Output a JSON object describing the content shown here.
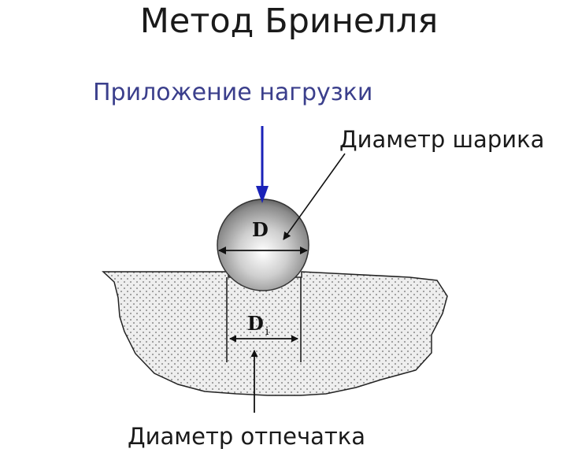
{
  "diagram": {
    "title": "Метод Бринелля",
    "load_label": "Приложение нагрузки",
    "ball_diameter_label": "Диаметр шарика",
    "impression_diameter_label": "Диаметр отпечатка",
    "ball_symbol": "D",
    "impression_symbol": "D",
    "impression_subscript": "i"
  },
  "colors": {
    "load_arrow": "#1a22b8",
    "load_text": "#3b3f8c",
    "material_fill": "#eeeeee",
    "material_dots": "#6a6a6a",
    "outline": "#222222"
  },
  "icons": [
    "load-arrow-icon",
    "ball-icon",
    "dimension-arrow-icon"
  ]
}
